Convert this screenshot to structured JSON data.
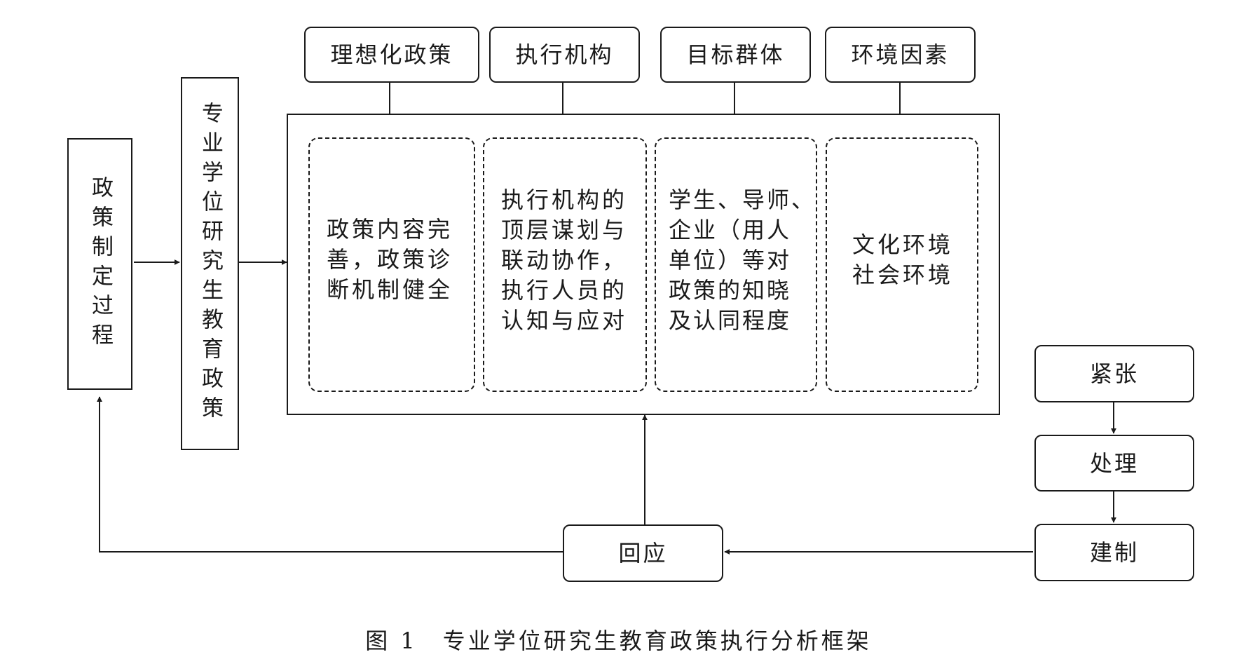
{
  "left_boxes": {
    "process": "政策制定过程",
    "policy": "专业学位研究生教育政策"
  },
  "headers": [
    {
      "label": "理想化政策"
    },
    {
      "label": "执行机构"
    },
    {
      "label": "目标群体"
    },
    {
      "label": "环境因素"
    }
  ],
  "columns": [
    {
      "text": "政策内容完\n善，政策诊\n断机制健全"
    },
    {
      "text": "执行机构的\n顶层谋划与\n联动协作，\n执行人员的\n认知与应对"
    },
    {
      "text": "学生、导师、\n企业（用人\n单位）等对\n政策的知晓\n及认同程度"
    },
    {
      "text": "文化环境\n社会环境"
    }
  ],
  "right_chain": {
    "tension": "紧张",
    "handle": "处理",
    "establish": "建制"
  },
  "response": "回应",
  "caption": "图 1　专业学位研究生教育政策执行分析框架"
}
